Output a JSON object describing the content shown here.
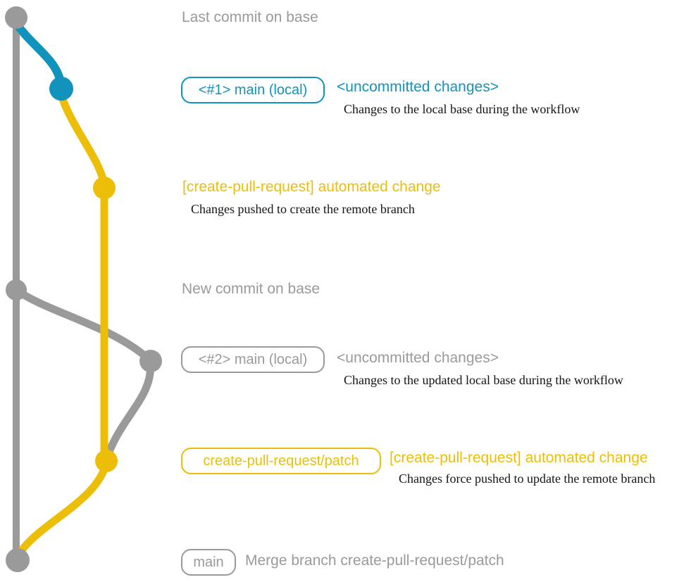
{
  "colors": {
    "gray": "#9a9a9a",
    "teal": "#1193bd",
    "yellow": "#edbe07",
    "text": "#141414",
    "background": "#ffffff"
  },
  "sections": {
    "last_commit": {
      "label": "Last commit on base"
    },
    "uncommitted_1": {
      "badge": "<#1> main (local)",
      "title": "<uncommitted changes>",
      "description": "Changes to the local base during the workflow"
    },
    "automated_change_1": {
      "title": "[create-pull-request] automated change",
      "description": "Changes pushed to create the remote branch"
    },
    "new_commit": {
      "label": "New commit on base"
    },
    "uncommitted_2": {
      "badge": "<#2> main (local)",
      "title": "<uncommitted changes>",
      "description": "Changes to the updated local base during the workflow"
    },
    "automated_change_2": {
      "badge": "create-pull-request/patch",
      "title": "[create-pull-request] automated change",
      "description": "Changes force pushed to update the remote branch"
    },
    "merge": {
      "badge": "main",
      "label": "Merge branch create-pull-request/patch"
    }
  }
}
